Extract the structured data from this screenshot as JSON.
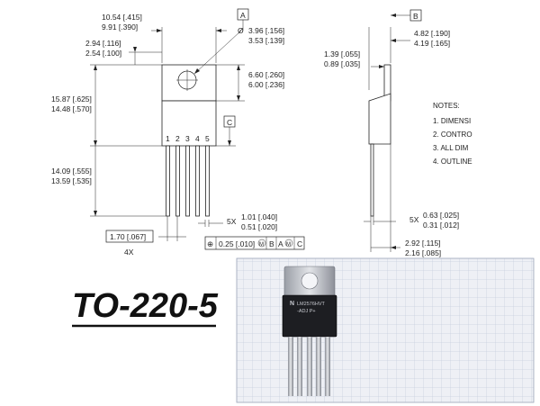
{
  "drawing": {
    "datum_a": "A",
    "datum_b": "B",
    "datum_c": "C",
    "width": [
      "10.54 [.415]",
      "9.91 [.390]"
    ],
    "hole_offset": [
      "2.94 [.116]",
      "2.54 [.100]"
    ],
    "hole_dia_symbol": "Ø",
    "hole_dia": [
      "3.96 [.156]",
      "3.53 [.139]"
    ],
    "hole_height": [
      "6.60 [.260]",
      "6.00 [.236]"
    ],
    "tab_height": [
      "15.87 [.625]",
      "14.48 [.570]"
    ],
    "lead_length": [
      "14.09 [.555]",
      "13.59 [.535]"
    ],
    "pin_numbers": [
      "1",
      "2",
      "3",
      "4",
      "5"
    ],
    "pitch": "1.70 [.067]",
    "pitch_count": "4X",
    "lead_width_count": "5X",
    "lead_width": [
      "1.01 [.040]",
      "0.51 [.020]"
    ],
    "tolerance_symbol": "⊕",
    "tolerance_value": "0.25 [.010]",
    "tolerance_m": "M",
    "tolerance_b": "B",
    "tolerance_a": "A",
    "tolerance_m2": "M",
    "tolerance_c": "C",
    "tab_thickness": [
      "1.39 [.055]",
      "0.89 [.035]"
    ],
    "body_depth": [
      "4.82 [.190]",
      "4.19 [.165]"
    ],
    "lead_thickness_count": "5X",
    "lead_thickness": [
      "0.63 [.025]",
      "0.31 [.012]"
    ],
    "lead_offset": [
      "2.92 [.115]",
      "2.16 [.085]"
    ]
  },
  "notes": {
    "heading": "NOTES:",
    "items": [
      "1.  DIMENSI",
      "2.  CONTRO",
      "3.  ALL DIM",
      "4.  OUTLINE"
    ]
  },
  "package_title": "TO-220-5",
  "photo": {
    "marking": [
      "N",
      "LM2576HVT",
      "-ADJ P+"
    ]
  }
}
